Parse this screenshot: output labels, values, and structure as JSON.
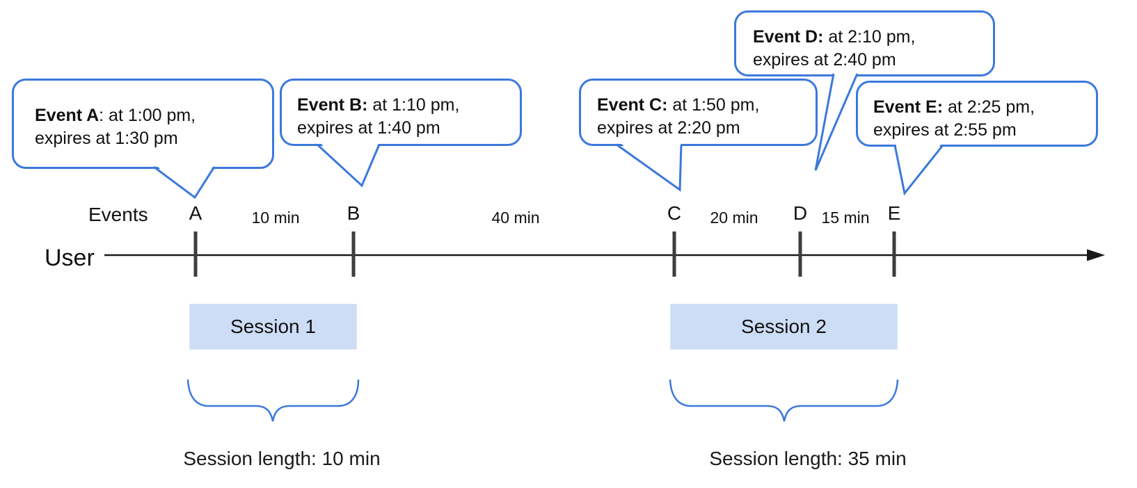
{
  "bubbles": [
    {
      "bold": "Event A",
      "rest": ": at 1:00 pm,",
      "line2": "expires at 1:30 pm"
    },
    {
      "bold": "Event B:",
      "rest": " at 1:10 pm,",
      "line2": "expires at 1:40 pm"
    },
    {
      "bold": "Event C:",
      "rest": " at 1:50 pm,",
      "line2": "expires at 2:20 pm"
    },
    {
      "bold": "Event D:",
      "rest": " at 2:10 pm,",
      "line2": "expires at 2:40 pm"
    },
    {
      "bold": "Event E:",
      "rest": " at 2:25 pm,",
      "line2": "expires at 2:55 pm"
    }
  ],
  "timeline": {
    "axis_label": "User",
    "events_label": "Events",
    "ticks": [
      "A",
      "B",
      "C",
      "D",
      "E"
    ],
    "intervals": [
      "10 min",
      "40 min",
      "20 min",
      "15 min"
    ]
  },
  "sessions": [
    {
      "label": "Session 1",
      "length_label": "Session length: 10 min"
    },
    {
      "label": "Session 2",
      "length_label": "Session length: 35 min"
    }
  ],
  "colors": {
    "accent_blue": "#3b78dc",
    "session_fill": "#cdddf6",
    "tick_gray": "#3d3d3d",
    "axis_black": "#1a1a1a"
  }
}
